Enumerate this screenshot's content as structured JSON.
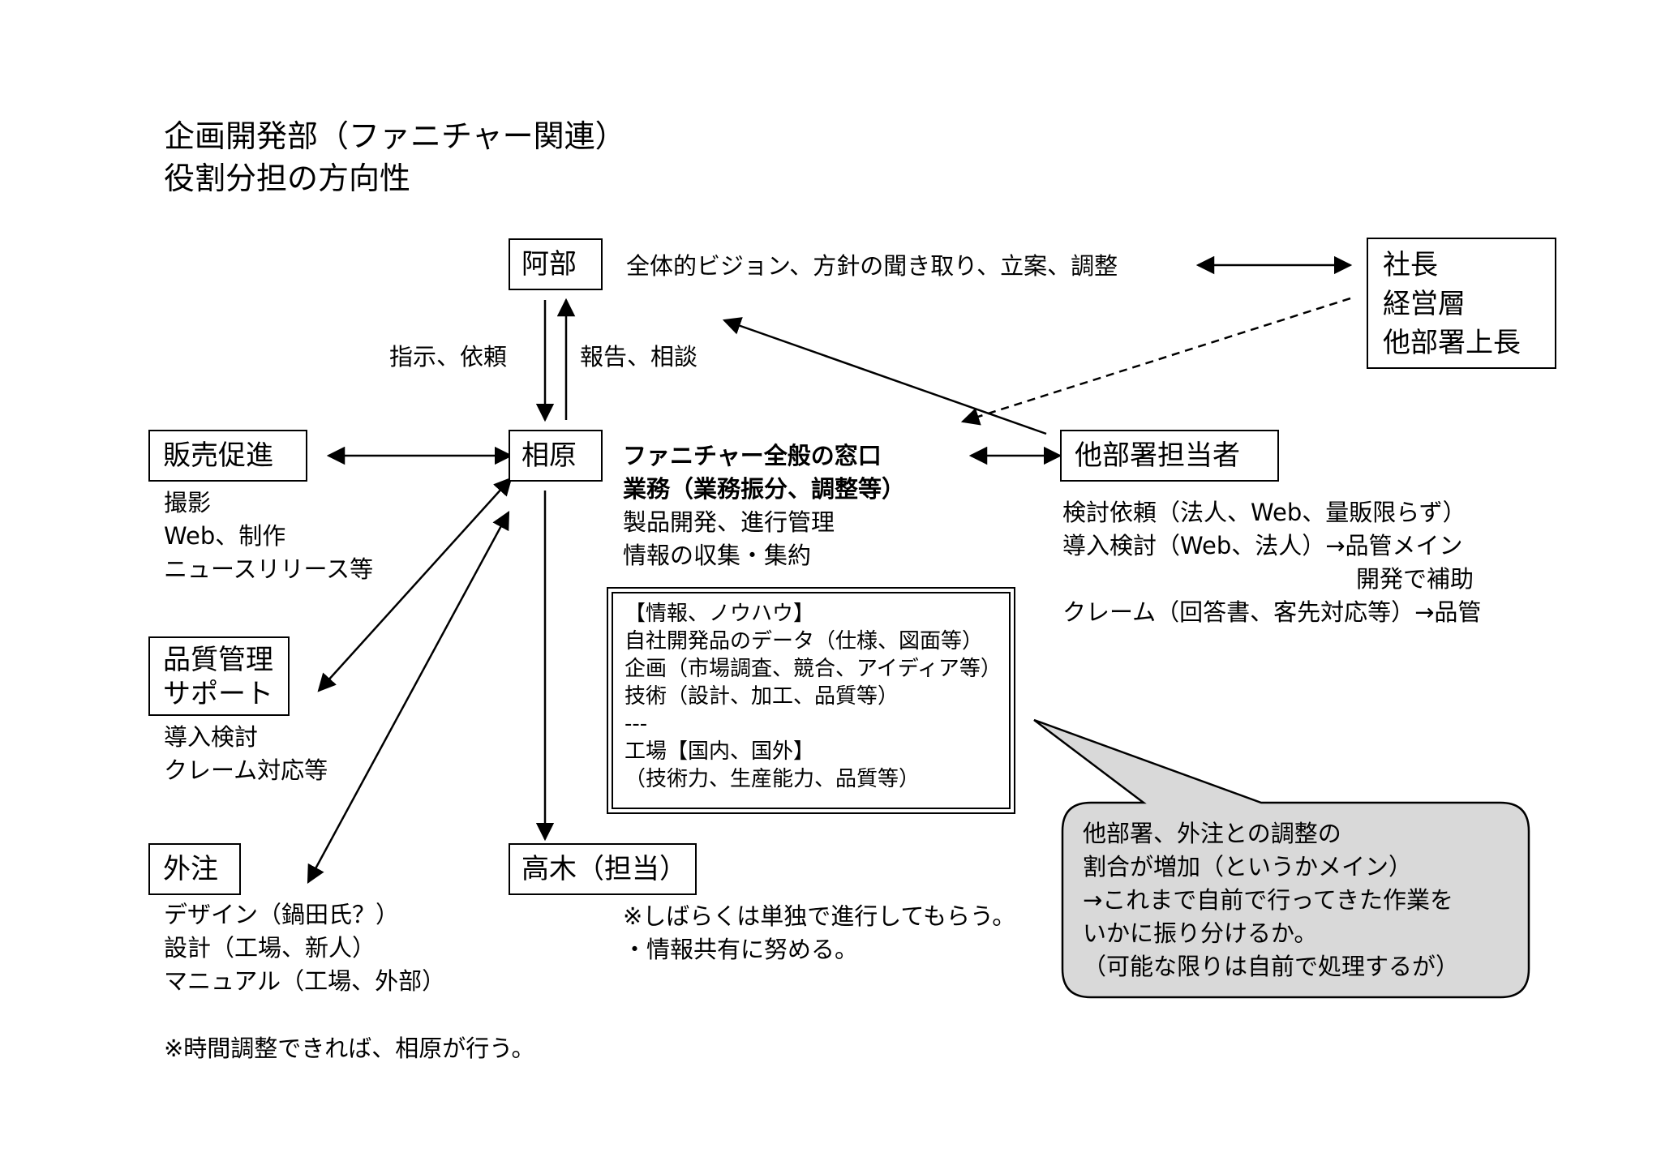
{
  "title": {
    "line1": "企画開発部（ファニチャー関連）",
    "line2": "役割分担の方向性"
  },
  "nodes": {
    "abe": "阿部",
    "aihara": "相原",
    "takagi": "高木（担当）",
    "hanbai": "販売促進",
    "hinshitsu": [
      "品質管理",
      "サポート"
    ],
    "gaichu": "外注",
    "tabusho_tanto": "他部署担当者",
    "shacho": [
      "社長",
      "経営層",
      "他部署上長"
    ]
  },
  "labels": {
    "abe_desc": "全体的ビジョン、方針の聞き取り、立案、調整",
    "shiji": "指示、依頼",
    "hokoku": "報告、相談",
    "aihara_desc": [
      "ファニチャー全般の窓口",
      "業務（業務振分、調整等）",
      "製品開発、進行管理",
      "情報の収集・集約"
    ],
    "hanbai_desc": [
      "撮影",
      "Web、制作",
      "ニュースリリース等"
    ],
    "hinshitsu_desc": [
      "導入検討",
      "クレーム対応等"
    ],
    "gaichu_desc": [
      "デザイン（鍋田氏？）",
      "設計（工場、新人）",
      "マニュアル（工場、外部）"
    ],
    "gaichu_note": "※時間調整できれば、相原が行う。",
    "takagi_desc": [
      "※しばらくは単独で進行してもらう。",
      "・情報共有に努める。"
    ],
    "tabusho_desc": [
      "検討依頼（法人、Web、量販限らず）",
      "導入検討（Web、法人）→品管メイン",
      "開発で補助",
      "クレーム（回答書、客先対応等）→品管"
    ]
  },
  "info_box": [
    "【情報、ノウハウ】",
    "自社開発品のデータ（仕様、図面等）",
    "企画（市場調査、競合、アイディア等）",
    "技術（設計、加工、品質等）",
    "---",
    "工場【国内、国外】",
    "（技術力、生産能力、品質等）"
  ],
  "callout": [
    "他部署、外注との調整の",
    "割合が増加（というかメイン）",
    "→これまで自前で行ってきた作業を",
    "いかに振り分けるか。",
    "（可能な限りは自前で処理するが）"
  ],
  "colors": {
    "callout_fill": "#d9d9d9",
    "line": "#000000"
  }
}
